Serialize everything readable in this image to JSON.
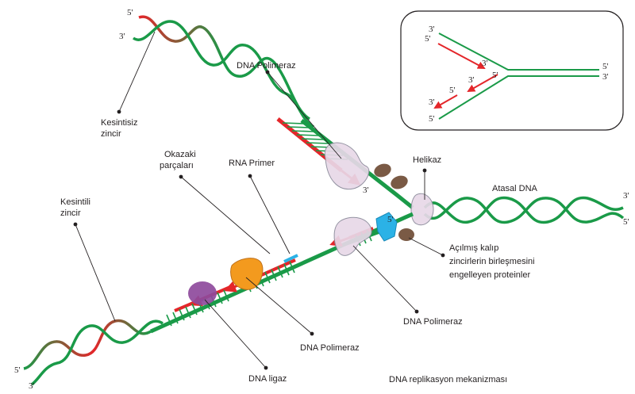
{
  "labels": {
    "top_pol": "DNA Polimeraz",
    "leading": [
      "Kesintisiz",
      "zincir"
    ],
    "okazaki": [
      "Okazaki",
      "parçaları"
    ],
    "primer": "RNA Primer",
    "helicase": "Helikaz",
    "parent": "Atasal DNA",
    "lagging": [
      "Kesintili",
      "zincir"
    ],
    "ssb": [
      "Açılmış kalıp",
      "zincirlerin birleşmesini",
      "engelleyen proteinler"
    ],
    "pol_right": "DNA Polimeraz",
    "pol_bottom": "DNA Polimeraz",
    "ligase": "DNA ligaz",
    "caption": "DNA replikasyon mekanizması"
  },
  "ends": {
    "top_5": "5'",
    "top_3": "3'",
    "right_3": "3'",
    "right_5": "5'",
    "bottom_5": "5'",
    "bottom_3": "3'",
    "lead_3": "3'",
    "lag_5": "5'"
  },
  "inset": {
    "l1": "3'",
    "l2": "5'",
    "l3": "3'",
    "l4": "5'",
    "l5": "3'",
    "l6": "5'",
    "l7": "3'",
    "l8": "5'",
    "r1": "5'",
    "r2": "3'"
  },
  "colors": {
    "green": "#1a9a48",
    "red": "#e4262a",
    "polymerase": "#e8d8e8",
    "protein": "#7a5a45",
    "ligase": "#8e4a9c",
    "primase": "#f39a1e",
    "helicase_cap": "#2bb2e6"
  }
}
